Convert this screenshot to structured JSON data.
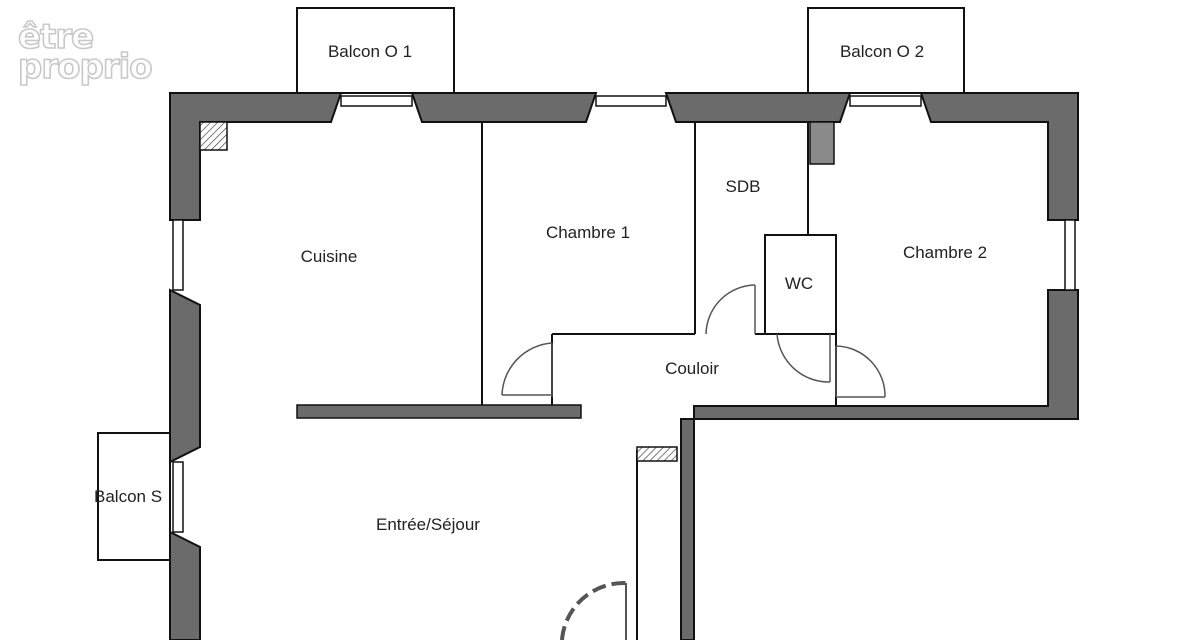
{
  "logo": {
    "line1": "être",
    "line2": "proprio"
  },
  "rooms": {
    "balcon_o1": "Balcon O 1",
    "balcon_o2": "Balcon O 2",
    "balcon_s": "Balcon S",
    "cuisine": "Cuisine",
    "chambre1": "Chambre 1",
    "sdb": "SDB",
    "wc": "WC",
    "chambre2": "Chambre 2",
    "couloir": "Couloir",
    "entree_sejour": "Entrée/Séjour"
  },
  "colors": {
    "wall_fill": "#6b6b6b",
    "wall_stroke": "#111111",
    "background": "#ffffff"
  }
}
